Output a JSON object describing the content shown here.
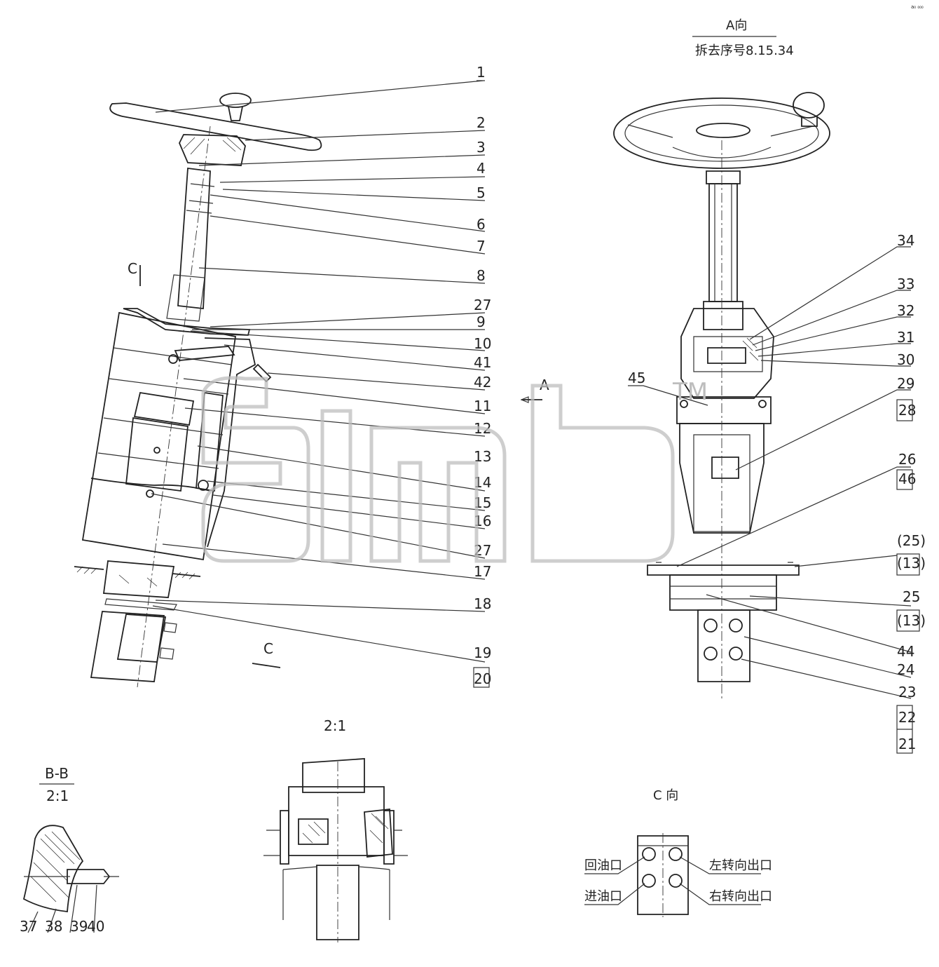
{
  "corner_mark": "a₀ ₀₀₀",
  "views": {
    "a_view_title": "A向",
    "a_view_note": "拆去序号8.15.34",
    "a_arrow_label": "A",
    "c_section_label": "C",
    "c_arrow_label": "C",
    "c_view_title": "C 向",
    "scale_detail": "2:1",
    "bb_title": "B-B",
    "bb_scale": "2:1"
  },
  "main_callouts": [
    "1",
    "2",
    "3",
    "4",
    "5",
    "6",
    "7",
    "8",
    "27",
    "9",
    "10",
    "41",
    "42",
    "11",
    "12",
    "13",
    "14",
    "15",
    "16",
    "27",
    "17",
    "18",
    "19",
    "20"
  ],
  "a_view_callouts": [
    "34",
    "33",
    "32",
    "31",
    "30",
    "45",
    "29",
    "28",
    "26",
    "46",
    "(25)",
    "(13)",
    "25",
    "(13)",
    "44",
    "24",
    "23",
    "22",
    "21"
  ],
  "bb_callouts": [
    "37",
    "38",
    "39",
    "40"
  ],
  "port_labels": {
    "return_oil": "回油口",
    "inlet_oil": "进油口",
    "left_turn": "左转向出口",
    "right_turn": "右转向出口"
  },
  "watermark": "ТМ",
  "colors": {
    "line": "#333333",
    "background": "#ffffff",
    "watermark": "#bdbdbd"
  }
}
